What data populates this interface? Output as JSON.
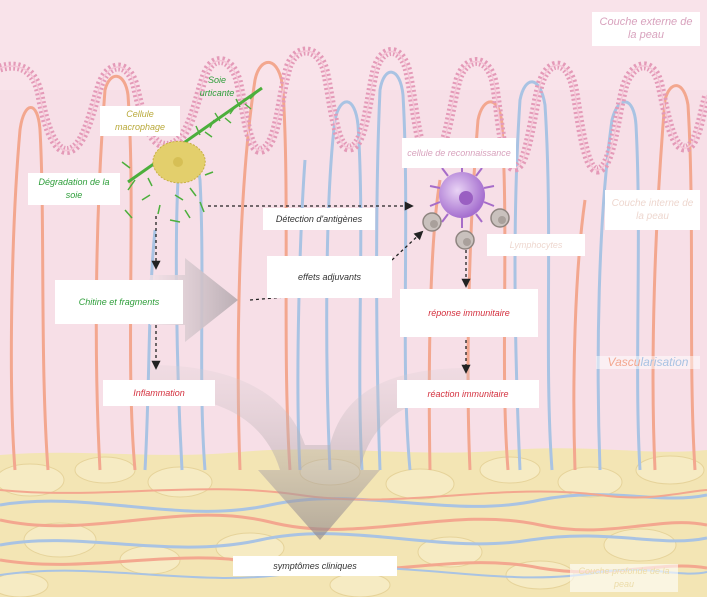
{
  "labels": {
    "silk": "Soie urticante",
    "macrophage": "Cellule macrophage",
    "degradation": "Dégradation de la soie",
    "chitin": "Chitine et fragments",
    "inflammation": "Inflammation",
    "antigen_detection": "Détection d'antigènes",
    "adjuvant": "effets adjuvants",
    "recognition_cell": "cellule de reconnaissance",
    "lymphocytes": "Lymphocytes",
    "immune_response": "réponse immunitaire",
    "immune_reaction": "réaction immunitaire",
    "clinical_symptoms": "symptômes cliniques",
    "outer_layer": "Couche externe de la peau",
    "inner_layer": "Couche interne de la peau",
    "vasc_a": "Vascu",
    "vasc_b": "larisation",
    "deep_layer": "Couche profonde de la peau"
  },
  "colors": {
    "background": "#f7dfe7",
    "papilla_outline": "#e49ab8",
    "artery": "#f3a78f",
    "vein": "#a9c3e3",
    "fat": "#f3e5b4",
    "silk_green": "#4caf3c",
    "macrophage": "#e3cf6c",
    "recognition_cell": "#b884d6",
    "lymphocyte": "#c9c1bd",
    "label_green": "#2e9e3a",
    "label_red": "#d4313f"
  }
}
